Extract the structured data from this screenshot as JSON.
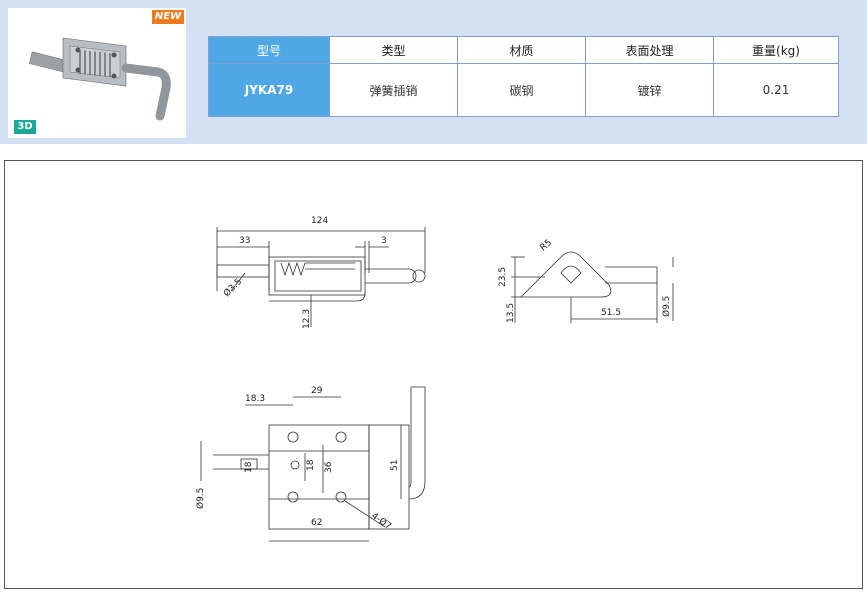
{
  "badges": {
    "new": "NEW",
    "three_d": "3D"
  },
  "spec_table": {
    "headers": [
      "型号",
      "类型",
      "材质",
      "表面处理",
      "重量(kg)"
    ],
    "row": [
      "JYKA79",
      "弹簧插销",
      "碳钢",
      "镀锌",
      "0.21"
    ]
  },
  "dimensions": {
    "side": {
      "overall": "124",
      "left": "33",
      "gap": "3",
      "pin_dia": "Ø3.5",
      "height": "12.3"
    },
    "end": {
      "radius": "R5",
      "h1": "23.5",
      "h2": "13.5",
      "len": "51.5",
      "dia": "Ø9.5"
    },
    "front": {
      "d1": "18.3",
      "d2": "29",
      "h18a": "18",
      "h18b": "18",
      "h36": "36",
      "h51": "51",
      "dia": "Ø9.5",
      "w62": "62",
      "holes": "4-Ø7"
    }
  },
  "colors": {
    "band": "#d4e1f2",
    "table_blue": "#4fa7e6",
    "new_badge": "#f07b1e",
    "badge_3d": "#1aa89a"
  }
}
